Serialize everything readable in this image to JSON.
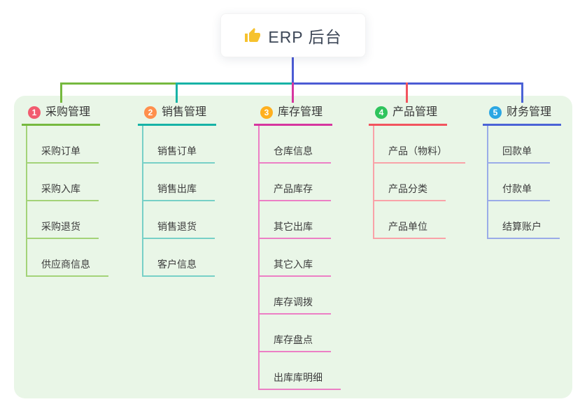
{
  "root": {
    "icon": "thumbs-up-icon",
    "label": "ERP 后台"
  },
  "colors": {
    "canvas_bg": "#ffffff",
    "panel_bg": "#e9f6e7",
    "root_line": "#4c5bd4",
    "root_text": "#3d4757",
    "thumb_icon": "#f6c22e"
  },
  "branches": [
    {
      "number": "1",
      "title": "采购管理",
      "badge_color": "#f25c6f",
      "line_color": "#76b93f",
      "child_line_color": "#a3d378",
      "children": [
        "采购订单",
        "采购入库",
        "采购退货",
        "供应商信息"
      ]
    },
    {
      "number": "2",
      "title": "销售管理",
      "badge_color": "#ff8f4d",
      "line_color": "#17b3a6",
      "child_line_color": "#77d0c7",
      "children": [
        "销售订单",
        "销售出库",
        "销售退货",
        "客户信息"
      ]
    },
    {
      "number": "3",
      "title": "库存管理",
      "badge_color": "#ffb01f",
      "line_color": "#d6369f",
      "child_line_color": "#ec7fc5",
      "children": [
        "仓库信息",
        "产品库存",
        "其它出库",
        "其它入库",
        "库存调拨",
        "库存盘点",
        "出库库明细"
      ]
    },
    {
      "number": "4",
      "title": "产品管理",
      "badge_color": "#2ec45c",
      "line_color": "#f2545e",
      "child_line_color": "#f9a2a8",
      "children": [
        "产品（物料）",
        "产品分类",
        "产品单位"
      ]
    },
    {
      "number": "5",
      "title": "财务管理",
      "badge_color": "#2ba7e3",
      "line_color": "#4b63d6",
      "child_line_color": "#9aabe8",
      "children": [
        "回款单",
        "付款单",
        "结算账户"
      ]
    }
  ]
}
